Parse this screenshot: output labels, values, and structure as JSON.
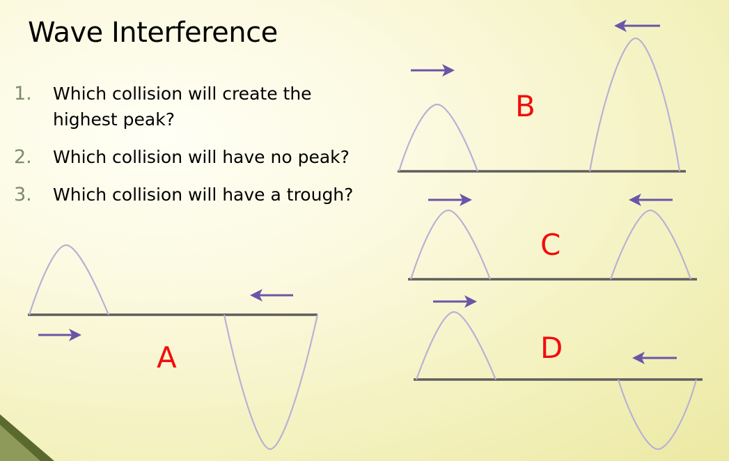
{
  "slide": {
    "title": "Wave Interference",
    "questions": [
      {
        "number": "1.",
        "text": "Which collision will create the highest peak?"
      },
      {
        "number": "2.",
        "text": "Which collision will have no peak?"
      },
      {
        "number": "3.",
        "text": "Which collision will have a trough?"
      }
    ]
  },
  "collisions": [
    {
      "label": "A",
      "left_pulse": "crest",
      "right_pulse": "trough"
    },
    {
      "label": "B",
      "left_pulse": "crest",
      "right_pulse": "crest (taller)"
    },
    {
      "label": "C",
      "left_pulse": "crest",
      "right_pulse": "crest"
    },
    {
      "label": "D",
      "left_pulse": "crest",
      "right_pulse": "trough"
    }
  ],
  "colors": {
    "label": "#f20d0d",
    "arrow": "#6a55a8",
    "pulse": "#b8b1d6",
    "baseline": "#5e5e5e",
    "number": "#7d8a6a"
  }
}
